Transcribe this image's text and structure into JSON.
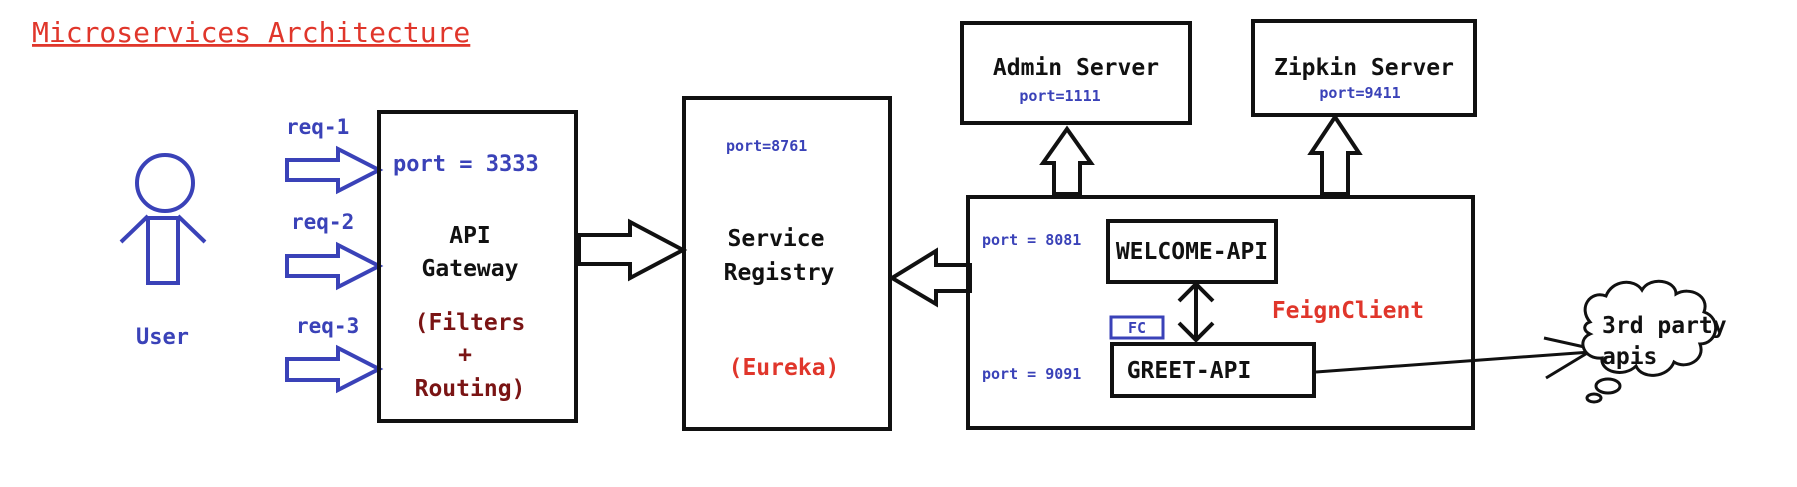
{
  "title": "Microservices Architecture",
  "user": {
    "label": "User"
  },
  "requests": [
    "req-1",
    "req-2",
    "req-3"
  ],
  "gateway": {
    "port": "port = 3333",
    "name_line1": "API",
    "name_line2": "Gateway",
    "detail_line1": "(Filters",
    "detail_line2": "+",
    "detail_line3": "Routing)"
  },
  "registry": {
    "port": "port=8761",
    "name_line1": "Service",
    "name_line2": "Registry",
    "detail": "(Eureka)"
  },
  "admin_server": {
    "name": "Admin Server",
    "port": "port=1111"
  },
  "zipkin_server": {
    "name": "Zipkin Server",
    "port": "port=9411"
  },
  "services": {
    "welcome_port": "port = 8081",
    "welcome_name": "WELCOME-API",
    "greet_port": "port = 9091",
    "greet_name": "GREET-API",
    "fc_badge": "FC",
    "feign_label": "FeignClient"
  },
  "third_party": {
    "line1": "3rd party",
    "line2": "apis"
  },
  "colors": {
    "title": "#e0362b",
    "blue": "#3a42b8",
    "maroon": "#7a1414",
    "red": "#e0362b",
    "black": "#111111"
  }
}
